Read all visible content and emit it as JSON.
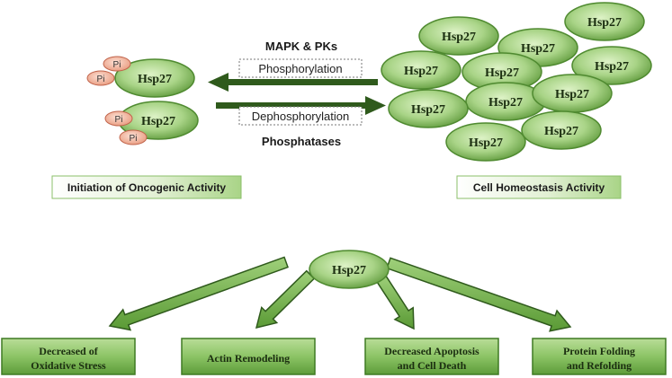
{
  "top": {
    "kinase_label": "MAPK & PKs",
    "phosphorylation_label": "Phosphorylation",
    "dephosphorylation_label": "Dephosphorylation",
    "phosphatase_label": "Phosphatases",
    "left_box_label": "Initiation of Oncogenic Activity",
    "right_box_label": "Cell Homeostasis Activity",
    "protein_label": "Hsp27",
    "phosphate_label": "Pi"
  },
  "center": {
    "protein_label": "Hsp27"
  },
  "outcomes": [
    {
      "line1": "Decreased of",
      "line2": "Oxidative Stress"
    },
    {
      "line1": "Actin Remodeling",
      "line2": ""
    },
    {
      "line1": "Decreased Apoptosis",
      "line2": "and Cell Death"
    },
    {
      "line1": "Protein Folding",
      "line2": "and Refolding"
    }
  ],
  "colors": {
    "oval_light": "#c6e6a6",
    "oval_dark": "#5f9a3c",
    "arrow": "#2f5a1c",
    "box_light": "#a9d487",
    "box_dark": "#5d9c3a",
    "pi_fill": "#f3b7a0",
    "pi_stroke": "#c0634a"
  }
}
